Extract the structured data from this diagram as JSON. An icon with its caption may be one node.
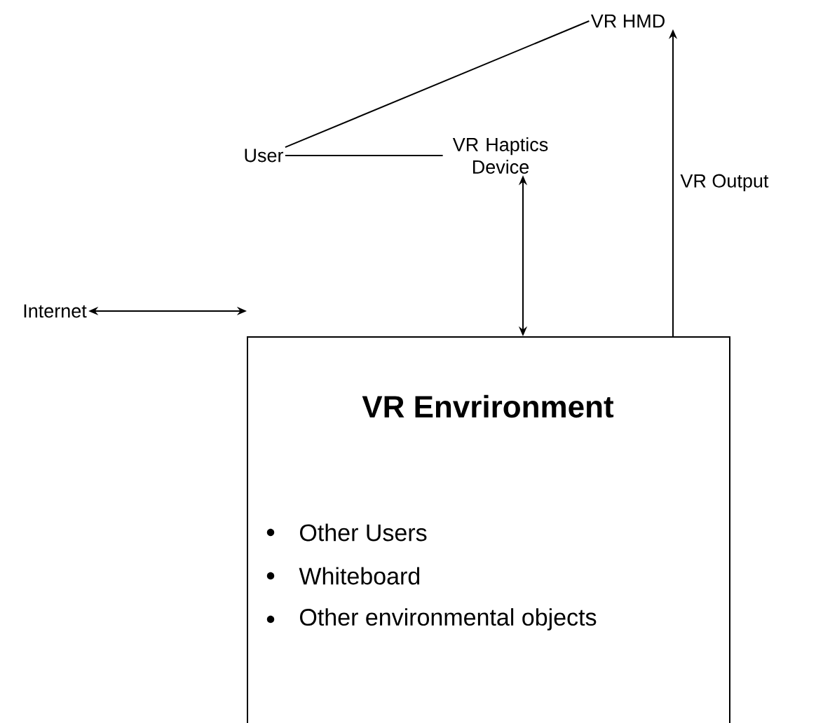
{
  "diagram": {
    "nodes": [
      {
        "text": [
          "User"
        ]
      },
      {
        "text": [
          "VR HMD"
        ]
      },
      {
        "text": [
          "VR Haptics Device"
        ]
      },
      {
        "text": [
          "VR Envrironment",
          "Other Users",
          "Whiteboard",
          "Other environmental objects"
        ]
      },
      {
        "text": [
          "Internet"
        ]
      }
    ],
    "edges": [
      {
        "from": 0,
        "to": 1,
        "arrow": "none"
      },
      {
        "from": 0,
        "to": 2,
        "arrow": "none"
      },
      {
        "from": 2,
        "to": 3,
        "arrow": "both"
      },
      {
        "from": 3,
        "to": 1,
        "arrow": "to",
        "label": "VR Output"
      },
      {
        "from": 4,
        "to": 3,
        "arrow": "both"
      }
    ]
  }
}
